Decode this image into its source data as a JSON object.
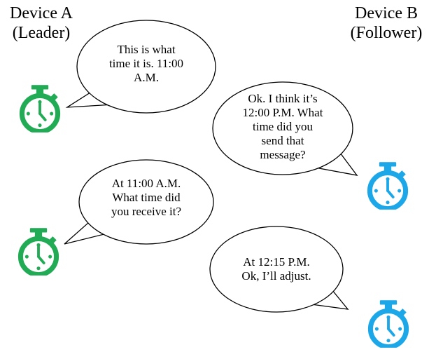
{
  "colors": {
    "leader": "#21AB55",
    "follower": "#1BA7E8",
    "outline": "#000000"
  },
  "devices": {
    "a": {
      "label": "Device A\n(Leader)"
    },
    "b": {
      "label": "Device B\n(Follower)"
    }
  },
  "bubbles": [
    {
      "speaker": "Device A",
      "text": "This is what\ntime it is. 11:00\nA.M."
    },
    {
      "speaker": "Device B",
      "text": "Ok. I think it’s\n12:00 P.M. What\ntime did you\nsend that\nmessage?"
    },
    {
      "speaker": "Device A",
      "text": "At 11:00 A.M.\nWhat time did\nyou receive it?"
    },
    {
      "speaker": "Device B",
      "text": "At 12:15 P.M.\nOk, I’ll adjust."
    }
  ]
}
